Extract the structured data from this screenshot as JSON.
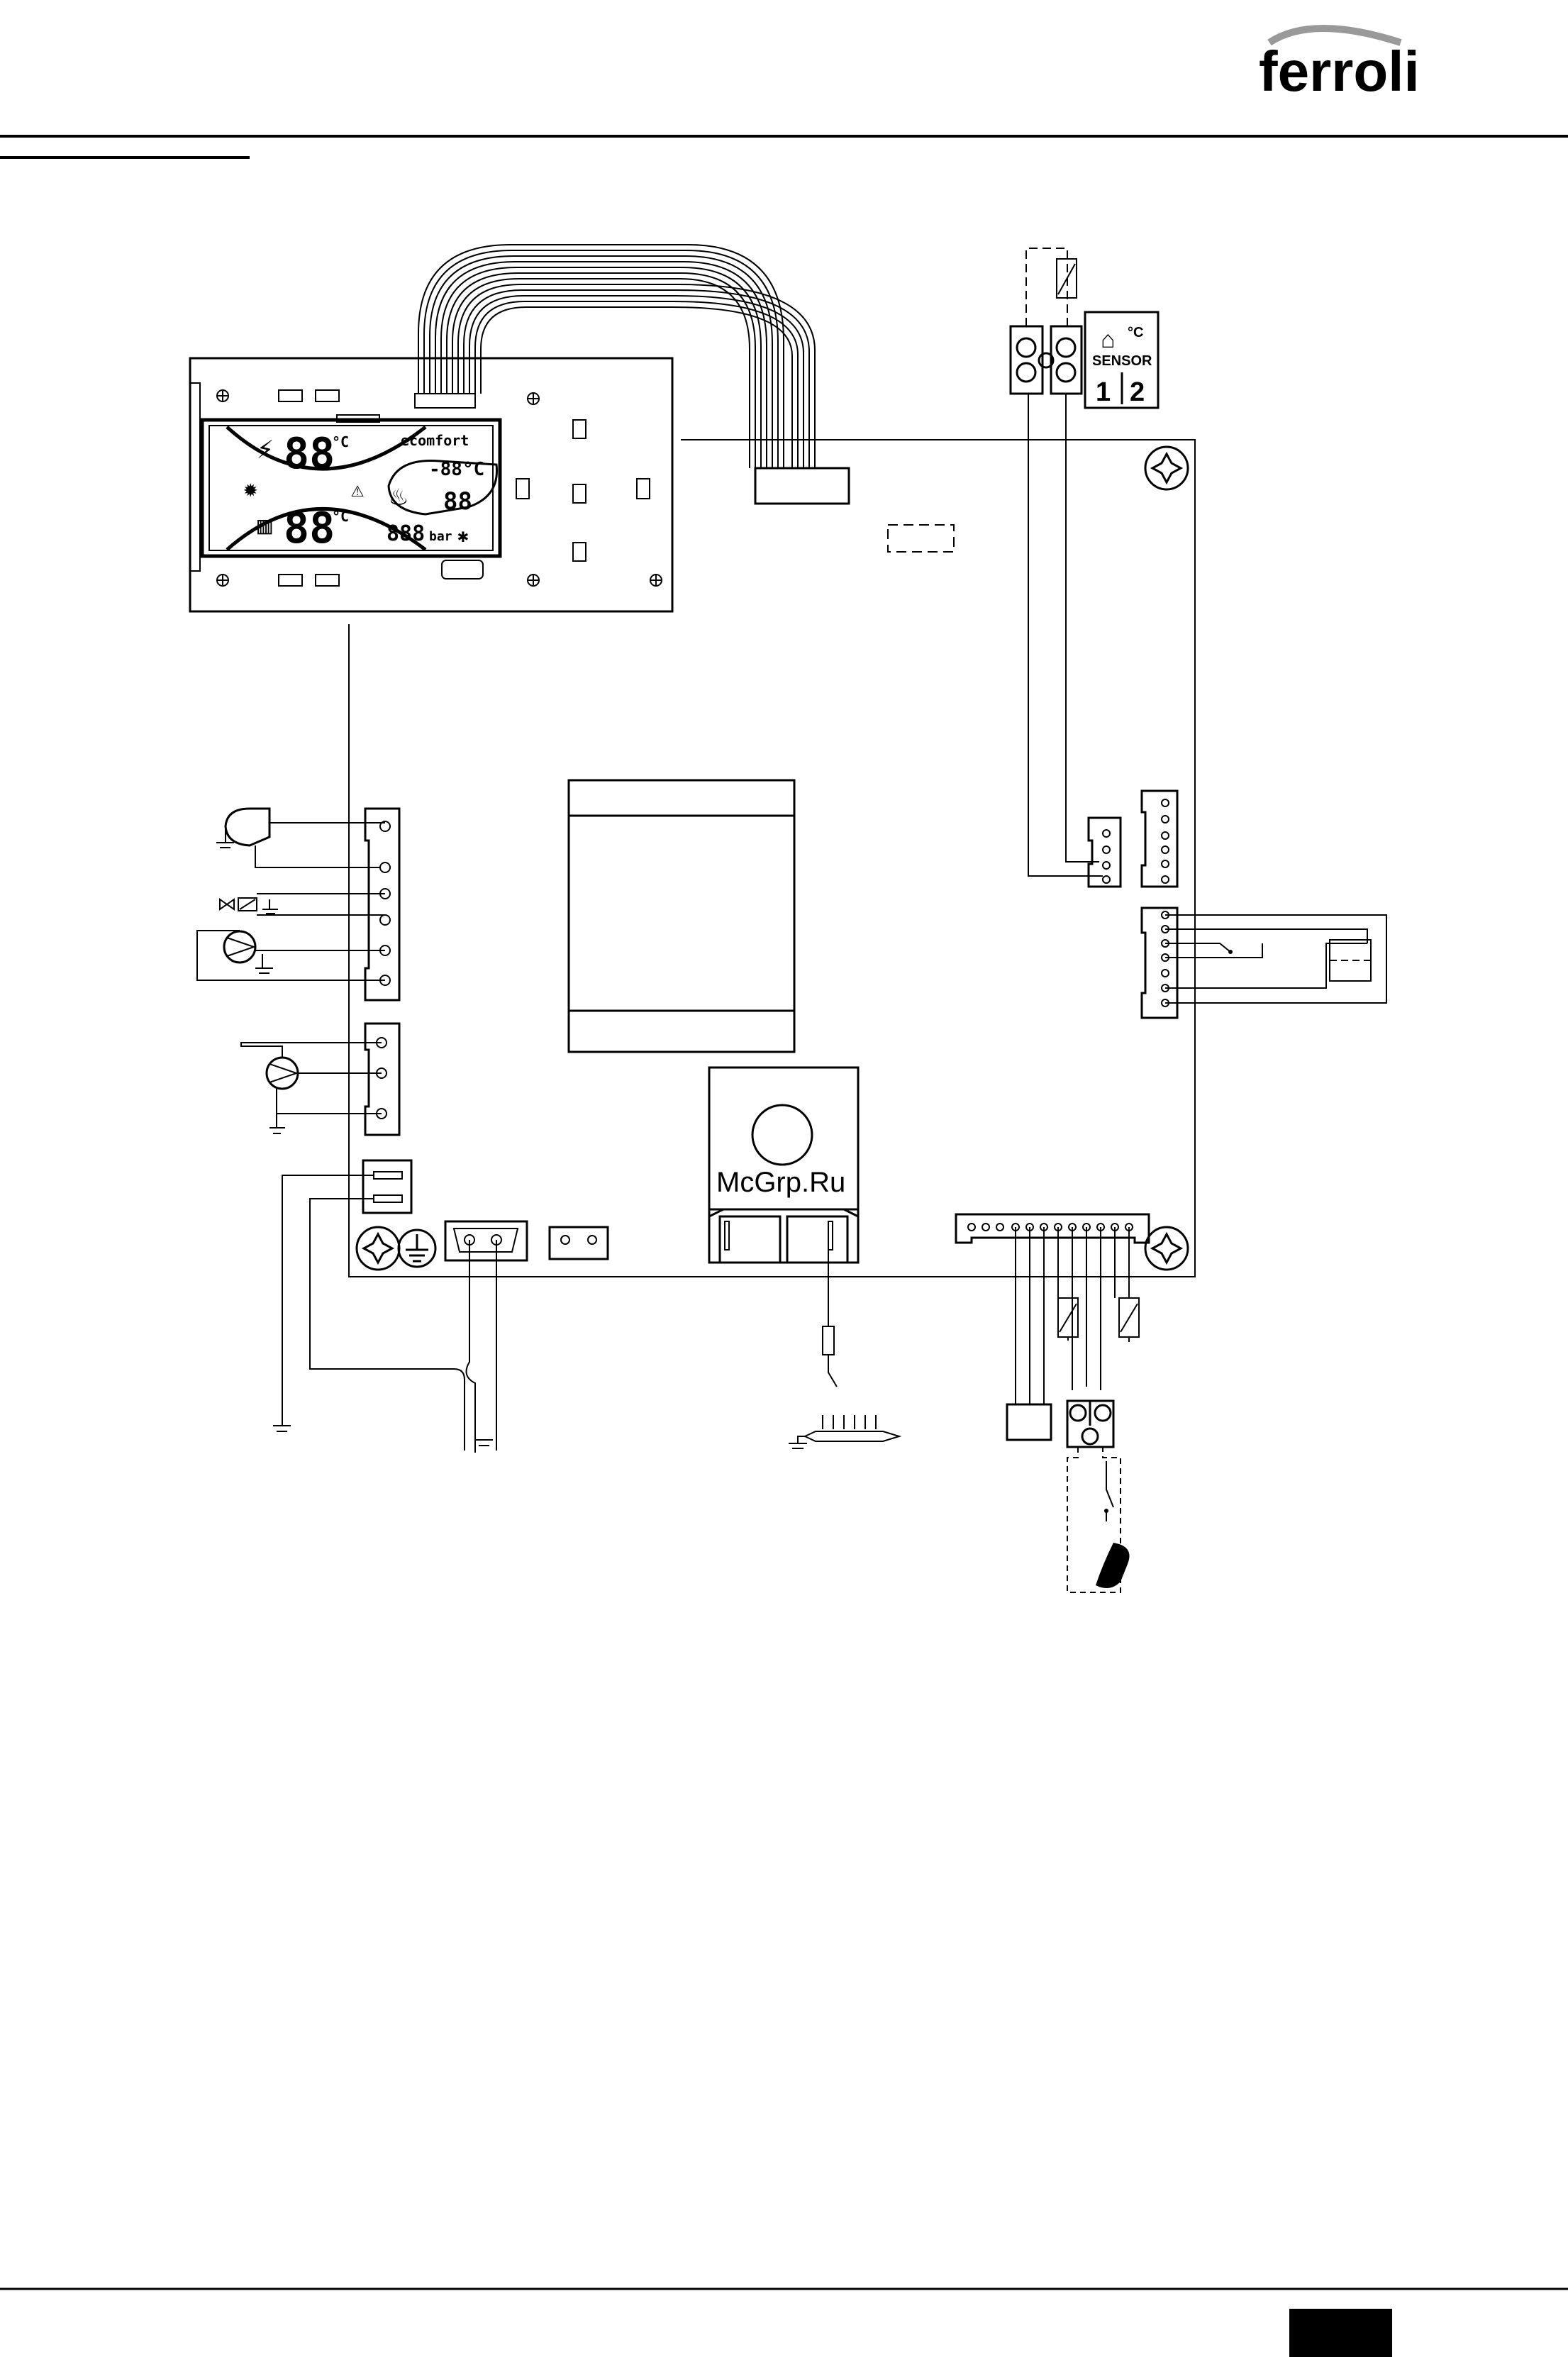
{
  "header": {
    "brand": "ferroli"
  },
  "display": {
    "digits_top": "88",
    "unit_top": "°C",
    "label_top_right": "ecomfort",
    "digits_outdoor": "-88°C",
    "digits_room": "88",
    "digits_bottom": "88",
    "unit_bottom": "°C",
    "digits_pressure": "888",
    "unit_pressure": "bar"
  },
  "sensor_block": {
    "unit": "°C",
    "label": "SENSOR",
    "terminal_1": "1",
    "terminal_2": "2"
  },
  "watermark": "McGrp.Ru",
  "colors": {
    "ink": "#000000",
    "paper": "#ffffff",
    "watermark": "#c0392b"
  }
}
